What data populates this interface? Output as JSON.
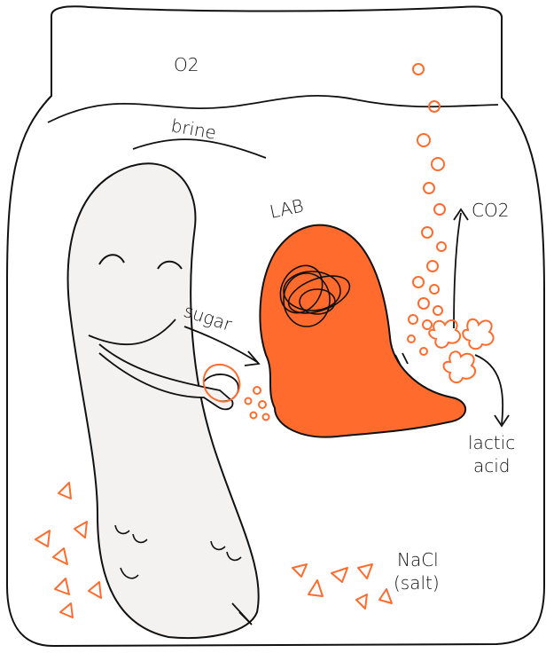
{
  "labels": {
    "oxygen": "O2",
    "brine": "brine",
    "lab": "LAB",
    "co2": "CO2",
    "sugar": "sugar",
    "lactic": "lactic",
    "acid": "acid",
    "nacl": "NaCl",
    "salt": "(salt)"
  },
  "colors": {
    "accent": "#ff6b2c",
    "outline": "#111111",
    "pickle_fill": "#f4f2f0",
    "background": "#ffffff"
  }
}
